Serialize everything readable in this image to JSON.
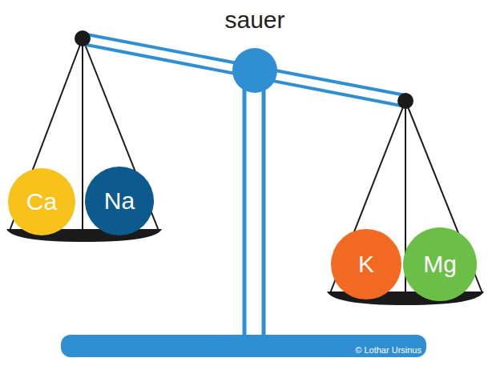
{
  "diagram": {
    "title": "sauer",
    "nodes": [
      {
        "text": [
          "Ca"
        ]
      },
      {
        "text": [
          "Na"
        ]
      },
      {
        "text": [
          "K"
        ]
      },
      {
        "text": [
          "Mg"
        ]
      }
    ],
    "labels": [
      "© Lothar Ursinus"
    ]
  }
}
